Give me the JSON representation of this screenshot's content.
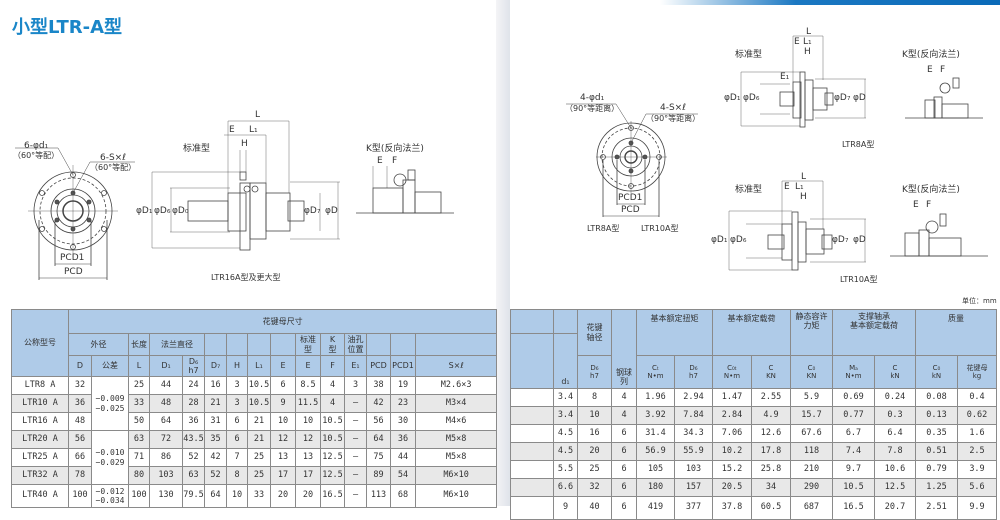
{
  "title": "小型LTR-A型",
  "unit": "单位：mm",
  "left_drawings": {
    "front": {
      "holes": "6-φd₁",
      "holes_note": "（60°等配）",
      "screws": "6-S×ℓ",
      "screws_note": "（60°等配）",
      "pcd1": "PCD1",
      "pcd": "PCD"
    },
    "standard": {
      "label": "标准型",
      "L": "L",
      "E": "E",
      "L1": "L₁",
      "H": "H",
      "D1": "φD₁",
      "D6": "φD₆",
      "D0": "φD₀",
      "D7": "φD₇",
      "D": "φD"
    },
    "k_type": {
      "label": "K型(反向法兰)",
      "E": "E",
      "F": "F"
    },
    "caption": "LTR16A型及更大型"
  },
  "right_drawings": {
    "front": {
      "holes": "4-φd₁",
      "holes_note": "（90°等距离）",
      "screws": "4-S×ℓ",
      "screws_note": "（90°等距离）",
      "pcd1": "PCD1",
      "pcd": "PCD",
      "caption1": "LTR8A型",
      "caption2": "LTR10A型"
    },
    "ltr8": {
      "label": "标准型",
      "L": "L",
      "E": "E",
      "L1": "L₁",
      "H": "H",
      "E1": "E₁",
      "D1": "φD₁",
      "D6": "φD₆",
      "D7": "φD₇",
      "D": "φD",
      "k_label": "K型(反向法兰)",
      "kE": "E",
      "kF": "F",
      "caption": "LTR8A型"
    },
    "ltr10": {
      "label": "标准型",
      "L": "L",
      "E": "E",
      "L1": "L₁",
      "H": "H",
      "D1": "φD₁",
      "D6": "φD₆",
      "D7": "φD₇",
      "D": "φD",
      "k_label": "K型(反向法兰)",
      "kE": "E",
      "kF": "F",
      "caption": "LTR10A型"
    }
  },
  "table_left": {
    "h_model": "公称型号",
    "h_group": "花键母尺寸",
    "h_od": "外径",
    "h_len": "长度",
    "h_flange": "法兰直径",
    "h_std": "标准\n型",
    "h_k": "K\n型",
    "h_oil": "油孔\n位置",
    "sub": [
      "D",
      "公差",
      "L",
      "D₁",
      "D₆\nh7",
      "D₇",
      "H",
      "L₁",
      "E",
      "E",
      "F",
      "E₁",
      "PCD",
      "PCD1",
      "S×ℓ"
    ],
    "tolerances": [
      {
        "v": "−0.009\n−0.025"
      },
      {
        "v": "−0.010\n−0.029"
      },
      {
        "v": "−0.012\n−0.034"
      }
    ],
    "rows": [
      [
        "LTR8 A",
        "32",
        "25",
        "44",
        "24",
        "16",
        "3",
        "10.5",
        "6",
        "8.5",
        "4",
        "3",
        "38",
        "19",
        "M2.6×3"
      ],
      [
        "LTR10 A",
        "36",
        "33",
        "48",
        "28",
        "21",
        "3",
        "10.5",
        "9",
        "11.5",
        "4",
        "—",
        "42",
        "23",
        "M3×4"
      ],
      [
        "LTR16 A",
        "48",
        "50",
        "64",
        "36",
        "31",
        "6",
        "21",
        "10",
        "10",
        "10.5",
        "—",
        "56",
        "30",
        "M4×6"
      ],
      [
        "LTR20 A",
        "56",
        "63",
        "72",
        "43.5",
        "35",
        "6",
        "21",
        "12",
        "12",
        "10.5",
        "—",
        "64",
        "36",
        "M5×8"
      ],
      [
        "LTR25 A",
        "66",
        "71",
        "86",
        "52",
        "42",
        "7",
        "25",
        "13",
        "13",
        "12.5",
        "—",
        "75",
        "44",
        "M5×8"
      ],
      [
        "LTR32 A",
        "78",
        "80",
        "103",
        "63",
        "52",
        "8",
        "25",
        "17",
        "17",
        "12.5",
        "—",
        "89",
        "54",
        "M6×10"
      ],
      [
        "LTR40 A",
        "100",
        "100",
        "130",
        "79.5",
        "64",
        "10",
        "33",
        "20",
        "20",
        "16.5",
        "—",
        "113",
        "68",
        "M6×10"
      ]
    ]
  },
  "table_right": {
    "h_shaft": "花键\n轴径",
    "h_balls": "钢球\n列",
    "h_torque": "基本额定扭矩",
    "h_load": "基本额定载荷",
    "h_moment": "静态容许\n力矩",
    "h_bearing": "支撑轴承\n基本额定载荷",
    "h_mass": "质量",
    "sub": [
      "d₁",
      "D₆\nh7",
      "Cₜ\nN•m",
      "C₀ₜ\nN•m",
      "C\nKN",
      "C₀\nKN",
      "Mₐ\nN•m",
      "C\nkN",
      "C₀\nkN",
      "花键母\nkg",
      "花键轴\nkg/m"
    ],
    "rows": [
      [
        "3.4",
        "8",
        "4",
        "1.96",
        "2.94",
        "1.47",
        "2.55",
        "5.9",
        "0.69",
        "0.24",
        "0.08",
        "0.4"
      ],
      [
        "3.4",
        "10",
        "4",
        "3.92",
        "7.84",
        "2.84",
        "4.9",
        "15.7",
        "0.77",
        "0.3",
        "0.13",
        "0.62"
      ],
      [
        "4.5",
        "16",
        "6",
        "31.4",
        "34.3",
        "7.06",
        "12.6",
        "67.6",
        "6.7",
        "6.4",
        "0.35",
        "1.6"
      ],
      [
        "4.5",
        "20",
        "6",
        "56.9",
        "55.9",
        "10.2",
        "17.8",
        "118",
        "7.4",
        "7.8",
        "0.51",
        "2.5"
      ],
      [
        "5.5",
        "25",
        "6",
        "105",
        "103",
        "15.2",
        "25.8",
        "210",
        "9.7",
        "10.6",
        "0.79",
        "3.9"
      ],
      [
        "6.6",
        "32",
        "6",
        "180",
        "157",
        "20.5",
        "34",
        "290",
        "10.5",
        "12.5",
        "1.25",
        "5.6"
      ],
      [
        "9",
        "40",
        "6",
        "419",
        "377",
        "37.8",
        "60.5",
        "687",
        "16.5",
        "20.7",
        "2.51",
        "9.9"
      ]
    ]
  }
}
